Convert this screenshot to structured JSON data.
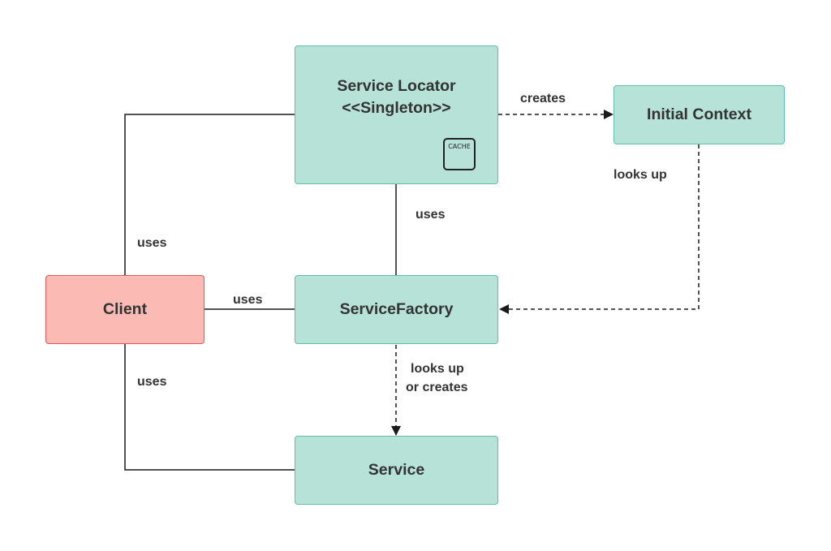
{
  "nodes": {
    "service_locator": {
      "line1": "Service Locator",
      "line2": "<<Singleton>>",
      "badge": "CACHE"
    },
    "initial_context": {
      "label": "Initial Context"
    },
    "client": {
      "label": "Client"
    },
    "service_factory": {
      "label": "ServiceFactory"
    },
    "service": {
      "label": "Service"
    }
  },
  "edges": {
    "creates": "creates",
    "looks_up": "looks up",
    "uses_locator_factory": "uses",
    "uses_client_locator": "uses",
    "uses_client_factory": "uses",
    "uses_client_service": "uses",
    "factory_service_line1": "looks up",
    "factory_service_line2": "or creates"
  },
  "colors": {
    "component_fill": "#b7e2d8",
    "component_border": "#5dbfae",
    "client_fill": "#fbbab3",
    "client_border": "#e0595e",
    "line": "#1a1a1a",
    "text": "#333333"
  }
}
